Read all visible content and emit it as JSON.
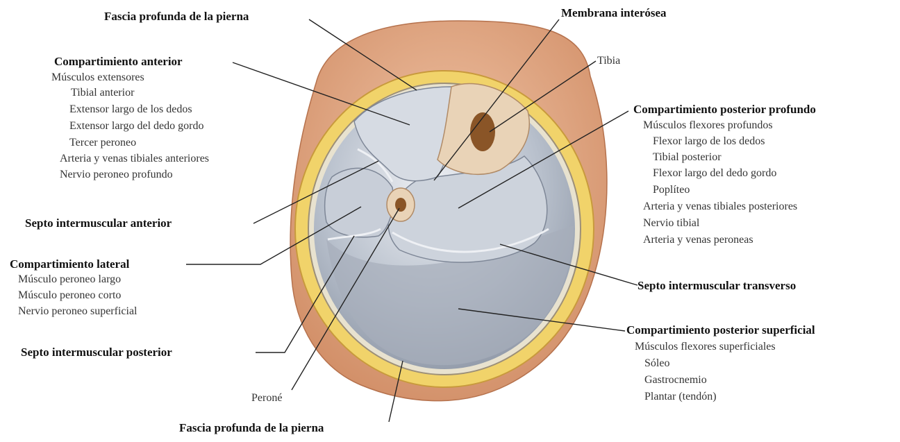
{
  "colors": {
    "muscle": "#aeb6c4",
    "muscle_highlight": "#e6e9ef",
    "fat": "#f1d36a",
    "skin": "#e1a27c",
    "skin_dark": "#c97a52",
    "bone": "#e9d3b7",
    "marrow": "#8a5527",
    "leader": "#222222"
  },
  "labels": {
    "fascia_top": "Fascia profunda de la pierna",
    "membrana": "Membrana interósea",
    "tibia": "Tibia",
    "comp_anterior": {
      "title": "Compartimiento anterior",
      "items": [
        "Músculos extensores",
        "Tibial anterior",
        "Extensor largo de los dedos",
        "Extensor largo del dedo gordo",
        "Tercer peroneo",
        "Arteria y venas tibiales anteriores",
        "Nervio peroneo profundo"
      ]
    },
    "septo_anterior": "Septo intermuscular anterior",
    "comp_lateral": {
      "title": "Compartimiento lateral",
      "items": [
        "Músculo peroneo largo",
        "Músculo peroneo corto",
        "Nervio peroneo superficial"
      ]
    },
    "septo_posterior": "Septo intermuscular posterior",
    "perone": "Peroné",
    "fascia_bottom": "Fascia profunda de la pierna",
    "comp_post_profundo": {
      "title": "Compartimiento posterior profundo",
      "items": [
        "Músculos flexores profundos",
        "Flexor largo de los dedos",
        "Tibial posterior",
        "Flexor largo del dedo gordo",
        "Poplíteo",
        "Arteria y venas tibiales posteriores",
        "Nervio tibial",
        "Arteria y venas peroneas"
      ]
    },
    "septo_transverso": "Septo intermuscular transverso",
    "comp_post_superficial": {
      "title": "Compartimiento posterior superficial",
      "items": [
        "Músculos flexores superficiales",
        "Sóleo",
        "Gastrocnemio",
        "Plantar (tendón)"
      ]
    }
  }
}
